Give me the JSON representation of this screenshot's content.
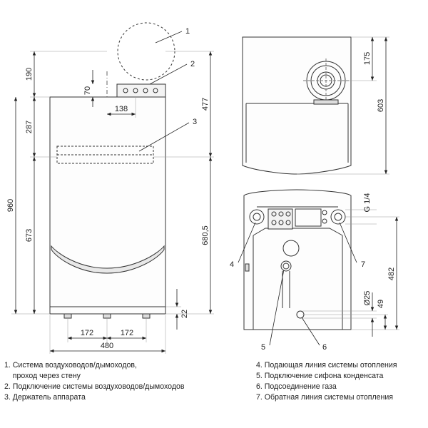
{
  "callouts": [
    "1",
    "2",
    "3",
    "4",
    "5",
    "6",
    "7"
  ],
  "dimensions": {
    "left_view": {
      "top_offset": "190",
      "flue_height": "70",
      "flue_offset": "138",
      "bracket_height": "287",
      "total_height": "960",
      "lower_height": "673",
      "right_upper": "477",
      "right_lower": "680,5",
      "bottom_clear": "22",
      "half_width_left": "172",
      "half_width_right": "172",
      "total_width": "480"
    },
    "top_view": {
      "flue_depth": "175",
      "total_depth": "603"
    },
    "bottom_view": {
      "thread": "G 1/4",
      "height_482": "482",
      "diameter": "Ø25",
      "height_49": "49"
    }
  },
  "legend": {
    "left": [
      "1. Система воздуховодов/дымоходов,",
      "    проход через стену",
      "2. Подключение системы воздуховодов/дымоходов",
      "3. Держатель аппарата"
    ],
    "right": [
      "4. Подающая линия системы отопления",
      "5. Подключение сифона конденсата",
      "6. Подсоединение газа",
      "7. Обратная линия системы отопления"
    ]
  }
}
